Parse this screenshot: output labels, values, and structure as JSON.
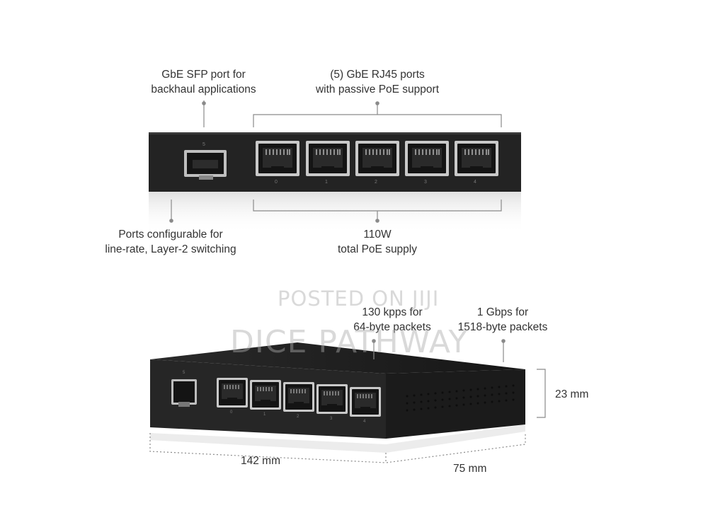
{
  "top_view": {
    "sfp_callout": {
      "line1": "GbE SFP port for",
      "line2": "backhaul applications"
    },
    "rj45_callout": {
      "line1": "(5) GbE RJ45 ports",
      "line2": "with passive PoE support"
    },
    "switching_callout": {
      "line1": "Ports configurable for",
      "line2": "line-rate, Layer-2 switching"
    },
    "poe_callout": {
      "line1": "110W",
      "line2": "total PoE supply"
    },
    "sfp_port_number": "5",
    "port_numbers": [
      "0",
      "1",
      "2",
      "3",
      "4"
    ]
  },
  "angled_view": {
    "kpps_callout": {
      "line1": "130 kpps for",
      "line2": "64-byte packets"
    },
    "gbps_callout": {
      "line1": "1 Gbps for",
      "line2": "1518-byte packets"
    },
    "height_dim": "23 mm",
    "width_dim": "142 mm",
    "depth_dim": "75 mm",
    "sfp_port_number": "5",
    "port_numbers": [
      "0",
      "1",
      "2",
      "3",
      "4"
    ]
  },
  "watermark": {
    "line1": "POSTED ON JIJI",
    "line2": "DICE PATHWAY"
  },
  "colors": {
    "device_body": "#1f1f1f",
    "callout_line": "#8a8a8a",
    "text": "#333333"
  }
}
